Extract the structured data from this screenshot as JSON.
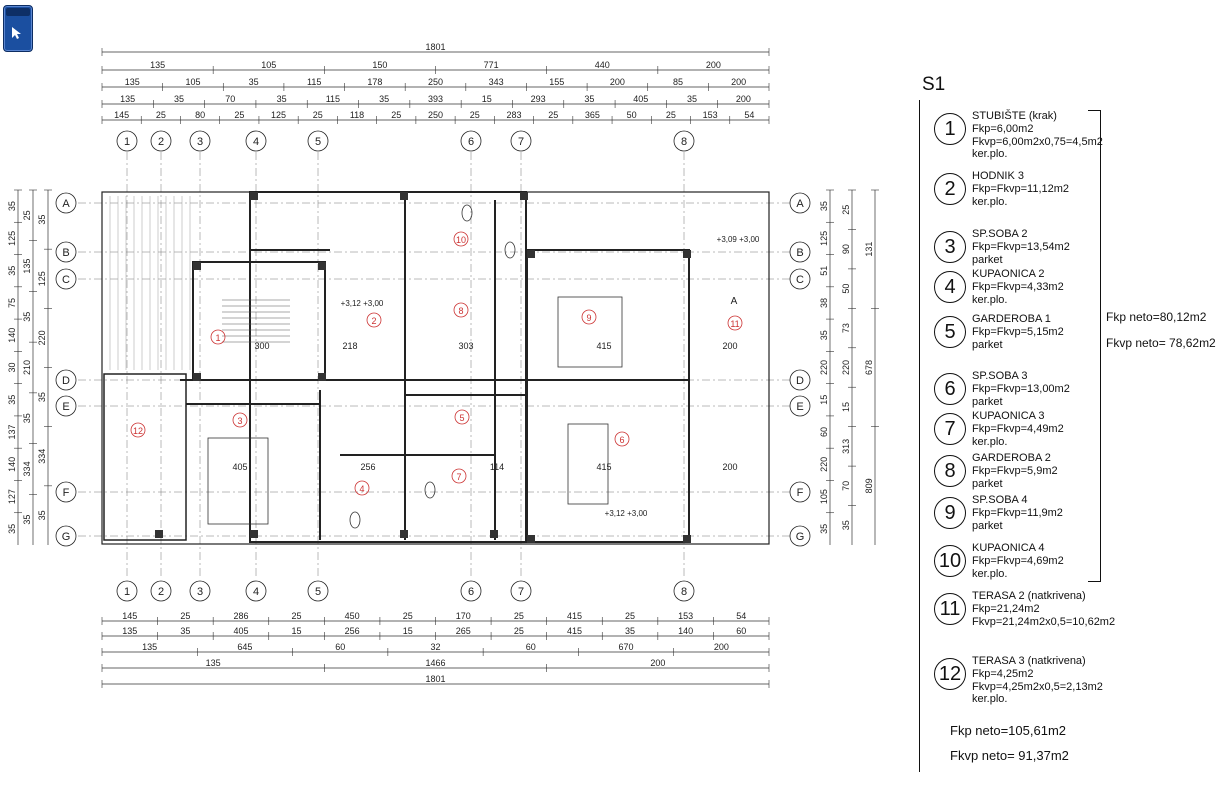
{
  "sheet": {
    "title": "S1",
    "axes_rows": [
      "A",
      "B",
      "C",
      "D",
      "E",
      "F",
      "G"
    ],
    "axes_cols": [
      "1",
      "2",
      "3",
      "4",
      "5",
      "6",
      "7",
      "8"
    ]
  },
  "dims": {
    "top": [
      [
        "1801"
      ],
      [
        "135",
        "105",
        "150",
        "771",
        "440",
        "200"
      ],
      [
        "135",
        "105",
        "35",
        "115",
        "178",
        "250",
        "343",
        "155",
        "200",
        "85",
        "200"
      ],
      [
        "135",
        "35",
        "70",
        "35",
        "115",
        "35",
        "393",
        "15",
        "293",
        "35",
        "405",
        "35",
        "200"
      ],
      [
        "145",
        "25",
        "80",
        "25",
        "125",
        "25",
        "118",
        "25",
        "250",
        "25",
        "283",
        "25",
        "365",
        "50",
        "25",
        "153",
        "54"
      ]
    ],
    "bottom": [
      [
        "145",
        "25",
        "286",
        "25",
        "450",
        "25",
        "170",
        "25",
        "415",
        "25",
        "153",
        "54"
      ],
      [
        "135",
        "35",
        "405",
        "15",
        "256",
        "15",
        "265",
        "25",
        "415",
        "35",
        "140",
        "60"
      ],
      [
        "135",
        "645",
        "60",
        "32",
        "60",
        "670",
        "200"
      ],
      [
        "135",
        "1466",
        "200"
      ],
      [
        "1801"
      ]
    ],
    "left": [
      [
        "35",
        "125",
        "35",
        "75",
        "140",
        "30",
        "35",
        "137",
        "140",
        "127",
        "35"
      ],
      [
        "25",
        "135",
        "35",
        "210",
        "35",
        "334",
        "35"
      ],
      [
        "35",
        "125",
        "220",
        "35",
        "334",
        "35"
      ]
    ],
    "right": [
      [
        "35",
        "125",
        "51",
        "38",
        "35",
        "220",
        "15",
        "60",
        "220",
        "105",
        "35"
      ],
      [
        "25",
        "90",
        "50",
        "73",
        "220",
        "15",
        "313",
        "70",
        "35"
      ],
      [
        "131",
        "678",
        "809"
      ]
    ]
  },
  "rooms": [
    {
      "no": "1",
      "name": "STUBIŠTE (krak)",
      "l1": "Fkp=6,00m2",
      "l2": "Fkvp=6,00m2x0,75=4,5m2",
      "l3": "ker.plo."
    },
    {
      "no": "2",
      "name": "HODNIK 3",
      "l1": "Fkp=Fkvp=11,12m2",
      "l2": "ker.plo.",
      "l3": ""
    },
    {
      "no": "3",
      "name": "SP.SOBA 2",
      "l1": "Fkp=Fkvp=13,54m2",
      "l2": "parket",
      "l3": ""
    },
    {
      "no": "4",
      "name": "KUPAONICA 2",
      "l1": "Fkp=Fkvp=4,33m2",
      "l2": "ker.plo.",
      "l3": ""
    },
    {
      "no": "5",
      "name": "GARDEROBA 1",
      "l1": "Fkp=Fkvp=5,15m2",
      "l2": "parket",
      "l3": ""
    },
    {
      "no": "6",
      "name": "SP.SOBA 3",
      "l1": "Fkp=Fkvp=13,00m2",
      "l2": "parket",
      "l3": ""
    },
    {
      "no": "7",
      "name": "KUPAONICA 3",
      "l1": "Fkp=Fkvp=4,49m2",
      "l2": "ker.plo.",
      "l3": ""
    },
    {
      "no": "8",
      "name": "GARDEROBA 2",
      "l1": "Fkp=Fkvp=5,9m2",
      "l2": "parket",
      "l3": ""
    },
    {
      "no": "9",
      "name": "SP.SOBA 4",
      "l1": "Fkp=Fkvp=11,9m2",
      "l2": "parket",
      "l3": ""
    },
    {
      "no": "10",
      "name": "KUPAONICA 4",
      "l1": "Fkp=Fkvp=4,69m2",
      "l2": "ker.plo.",
      "l3": ""
    },
    {
      "no": "11",
      "name": "TERASA 2 (natkrivena)",
      "l1": "Fkp=21,24m2",
      "l2": "Fkvp=21,24m2x0,5=10,62m2",
      "l3": ""
    },
    {
      "no": "12",
      "name": "TERASA 3 (natkrivena)",
      "l1": "Fkp=4,25m2",
      "l2": "Fkvp=4,25m2x0,5=2,13m2",
      "l3": "ker.plo."
    }
  ],
  "subtotals": {
    "kp": "Fkp neto=80,12m2",
    "kvp": "Fkvp neto= 78,62m2"
  },
  "totals": {
    "kp": "Fkp neto=105,61m2",
    "kvp": "Fkvp neto= 91,37m2"
  },
  "levels": {
    "a": "+3,09 +3,00",
    "b": "+3,12 +3,00"
  },
  "room_dims": [
    "300",
    "218",
    "303",
    "405",
    "256",
    "114",
    "415",
    "415",
    "200",
    "200"
  ],
  "section_mark": "A"
}
